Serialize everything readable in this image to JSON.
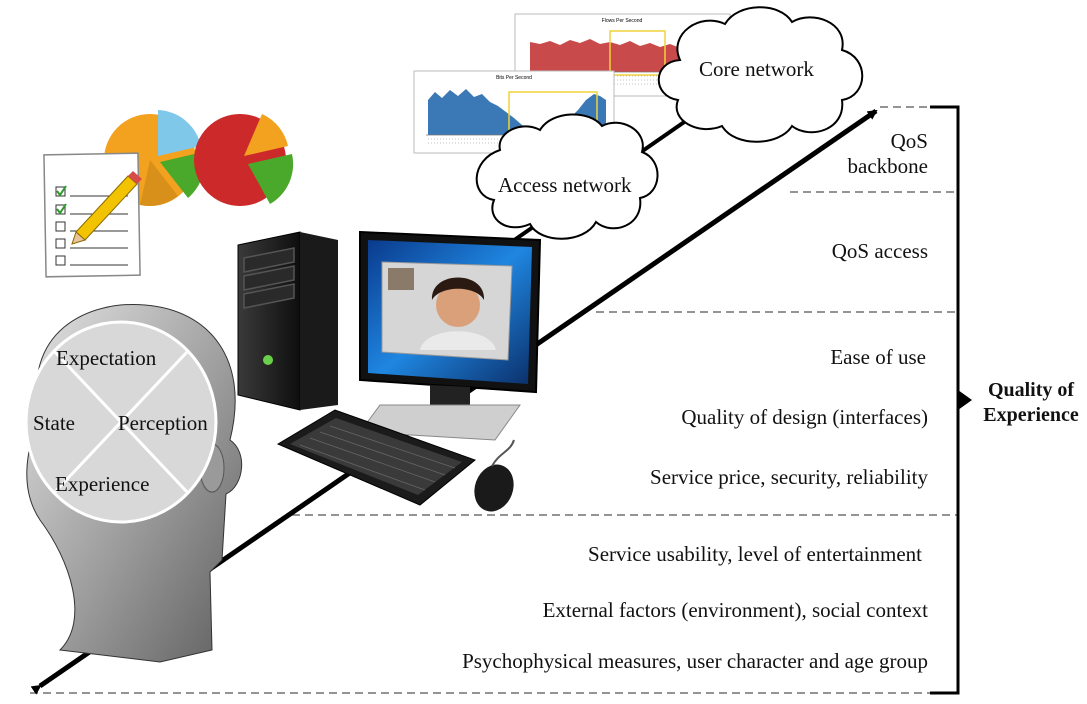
{
  "head_regions": {
    "expectation": "Expectation",
    "state": "State",
    "perception": "Perception",
    "experience": "Experience"
  },
  "clouds": {
    "core": "Core network",
    "access": "Access network"
  },
  "chart_titles": {
    "top": "Flows Per Second",
    "bottom": "Bits Per Second"
  },
  "levels": {
    "qos_backbone_line1": "QoS",
    "qos_backbone_line2": "backbone",
    "qos_access": "QoS access",
    "ease_of_use": "Ease of use",
    "quality_of_design": "Quality of design (interfaces)",
    "service_price": "Service price, security, reliability",
    "service_usability": "Service usability, level of entertainment",
    "external_factors": "External factors (environment), social context",
    "psychophysical": "Psychophysical measures, user character and age group"
  },
  "bracket": {
    "line1": "Quality of",
    "line2": "Experience"
  },
  "colors": {
    "top_chart_fill": "#c94a4a",
    "bottom_chart_fill": "#3a79b5",
    "highlight": "#f0d23a",
    "pie_orange": "#f2a21e",
    "pie_red": "#cc2a2a",
    "pie_green": "#4aa82b",
    "pie_blue": "#7fc8ea",
    "screen_blue": "#1d7bd6",
    "head_gray": "#b5b5b5"
  }
}
